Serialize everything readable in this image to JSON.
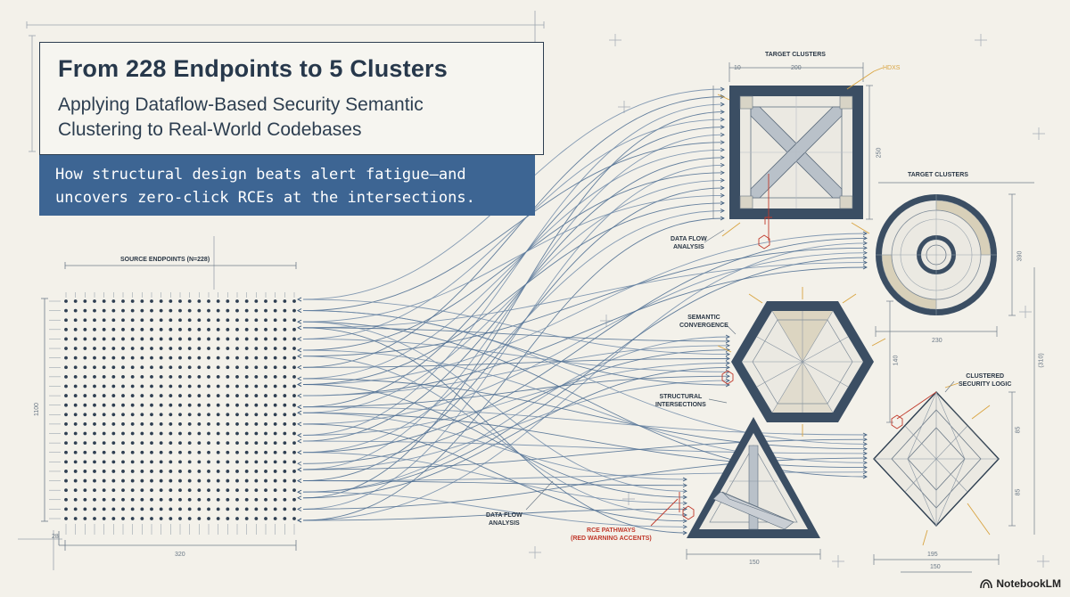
{
  "header": {
    "title": "From 228 Endpoints to 5 Clusters",
    "subtitle_line1": "Applying Dataflow-Based Security Semantic",
    "subtitle_line2": "Clustering to Real-World Codebases",
    "tagline_line1": "How structural design beats alert fatigue—and",
    "tagline_line2": "uncovers zero-click RCEs at the intersections."
  },
  "labels": {
    "source_endpoints": "SOURCE ENDPOINTS (N=228)",
    "target_clusters_top": "TARGET CLUSTERS",
    "target_clusters_right": "TARGET CLUSTERS",
    "data_flow_top_1": "DATA FLOW",
    "data_flow_top_2": "ANALYSIS",
    "semantic_1": "SEMANTIC",
    "semantic_2": "CONVERGENCE",
    "structural_1": "STRUCTURAL",
    "structural_2": "INTERSECTIONS",
    "data_flow_bottom_1": "DATA FLOW",
    "data_flow_bottom_2": "ANALYSIS",
    "rce_1": "RCE PATHWAYS",
    "rce_2": "(RED WARNING ACCENTS)",
    "clustered_1": "CLUSTERED",
    "clustered_2": "SECURITY LOGIC"
  },
  "dimensions": {
    "grid_width": "320",
    "grid_height": "1100",
    "grid_corner": "28",
    "square_width": "200",
    "square_tick": "10",
    "square_height": "250",
    "circle_height": "390",
    "circle_width": "230",
    "hex_height": "140",
    "right_total": "(310)",
    "diamond_height_top": "85",
    "diamond_height_bottom": "85",
    "triangle_width": "150",
    "diamond_width": "195",
    "diamond_sub": "150",
    "hdxs": "HDXS"
  },
  "brand": {
    "name": "NotebookLM"
  },
  "colors": {
    "navy": "#2d3e50",
    "accent_blue": "#3d6593",
    "warning_red": "#c0392b",
    "gold": "#d9a441"
  }
}
